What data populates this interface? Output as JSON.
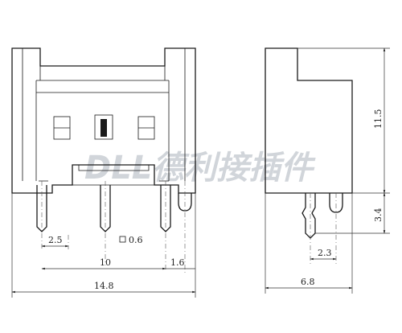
{
  "watermark": "DLL德利接插件",
  "front_view": {
    "dims": {
      "pitch_small": "2.5",
      "pin_square": "0.6",
      "pin_span": "10",
      "offset": "1.6",
      "overall_width": "14.8"
    }
  },
  "side_view": {
    "dims": {
      "body_height": "11.5",
      "pin_length": "3.4",
      "pin_spacing": "2.3",
      "overall_depth": "6.8"
    }
  }
}
